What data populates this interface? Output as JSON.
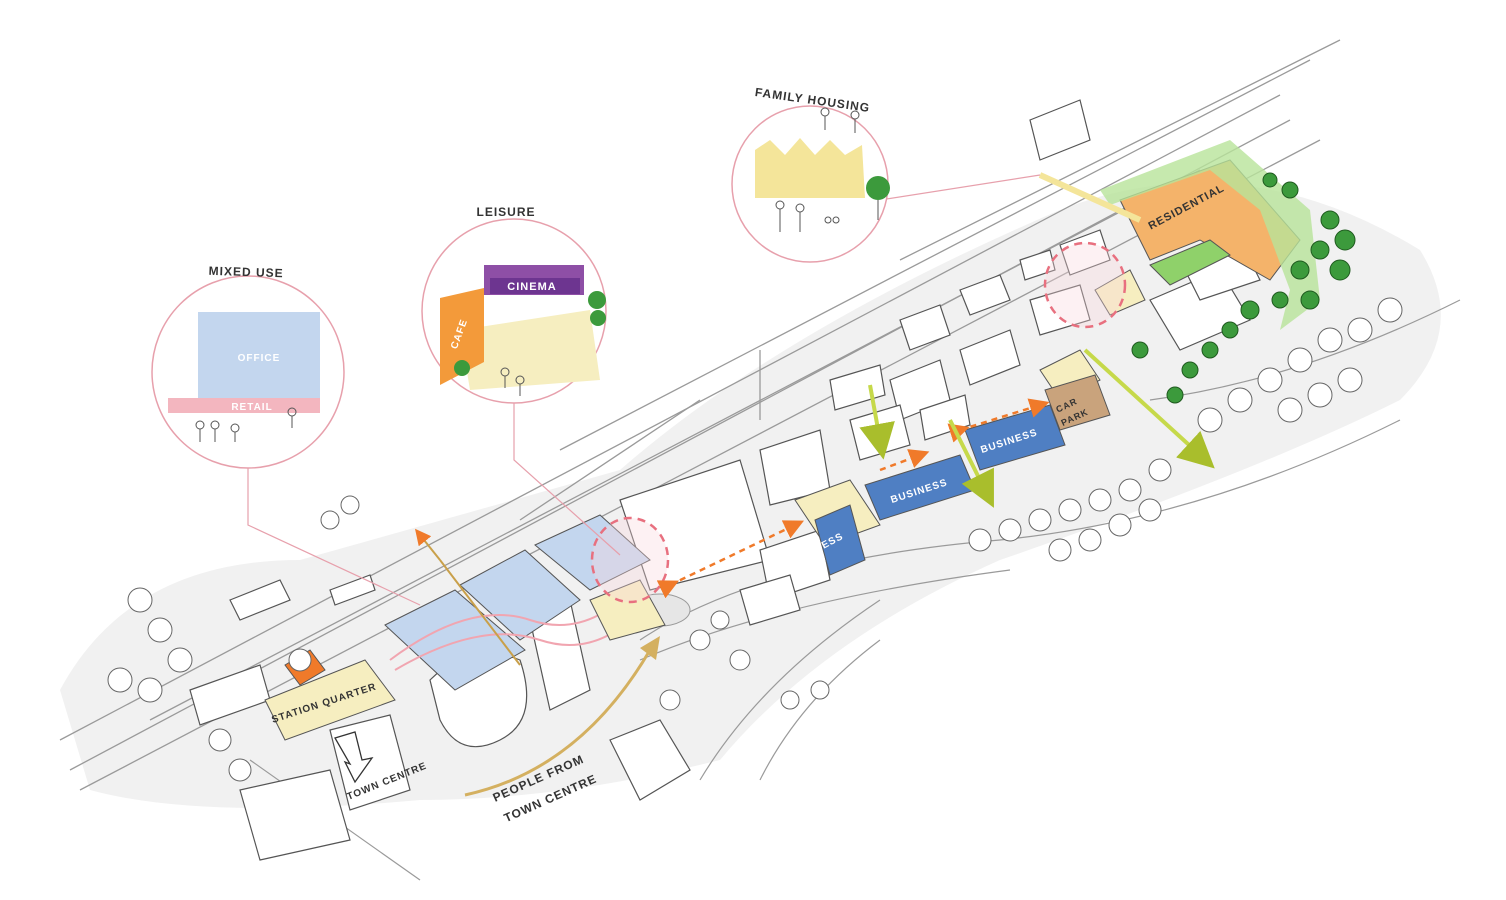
{
  "callouts": {
    "mixed_use": {
      "title": "MIXED USE",
      "office": "OFFICE",
      "retail": "RETAIL"
    },
    "leisure": {
      "title": "LEISURE",
      "cinema": "CINEMA",
      "cafe": "CAFE"
    },
    "family_housing": {
      "title": "FAMILY HOUSING"
    }
  },
  "map_labels": {
    "residential": "RESIDENTIAL",
    "business_1": "BUSINESS",
    "business_2": "BUSINESS",
    "business_3": "BUSINESS",
    "car_park_1": "CAR",
    "car_park_2": "PARK",
    "station_quarter": "STATION QUARTER",
    "town_centre": "TOWN CENTRE",
    "people_from_1": "PEOPLE FROM",
    "people_from_2": "TOWN CENTRE"
  },
  "colors": {
    "office_blue": "#c3d6ee",
    "retail_pink": "#f3b6bf",
    "cinema_purple": "#8e4fa6",
    "cafe_orange": "#f39a3a",
    "plaza_yellow": "#f6eec0",
    "housing_yellow": "#f4e59a",
    "business_blue": "#4f7fc3",
    "car_park_brown": "#c9a37c",
    "residential_orange": "#f4b36a",
    "green_space": "#8fd16a",
    "tree_green": "#3c9a3c",
    "callout_line": "#e7a0ac",
    "arrow_lime": "#c6d94a",
    "arrow_orange": "#f07a2a"
  }
}
